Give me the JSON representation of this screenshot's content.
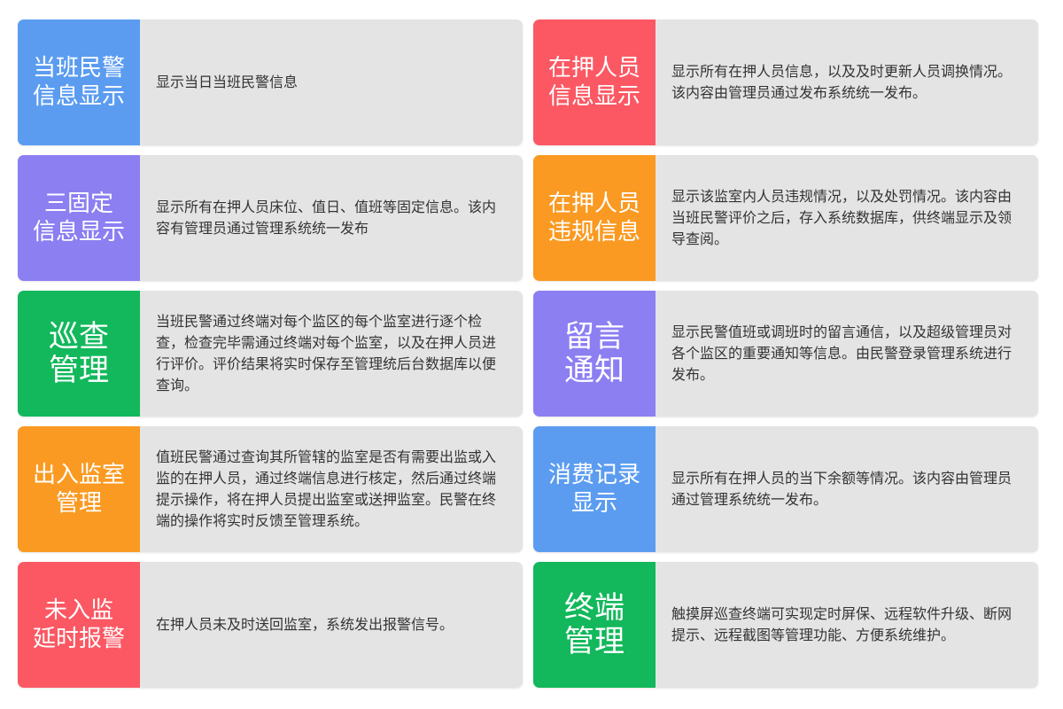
{
  "colors": {
    "blue": "#5b9cf0",
    "purple": "#8c7ff2",
    "green": "#12b85b",
    "orange": "#fa9a22",
    "red": "#fb5863",
    "card_bg": "#e4e4e4"
  },
  "cards": [
    {
      "title": "当班民警\n信息显示",
      "description": "显示当日当班民警信息",
      "color": "#5b9cf0"
    },
    {
      "title": "在押人员\n信息显示",
      "description": "显示所有在押人员信息，以及及时更新人员调换情况。该内容由管理员通过发布系统统一发布。",
      "color": "#fb5863"
    },
    {
      "title": "三固定\n信息显示",
      "description": "显示所有在押人员床位、值日、值班等固定信息。该内容有管理员通过管理系统统一发布",
      "color": "#8c7ff2"
    },
    {
      "title": "在押人员\n违规信息",
      "description": "显示该监室内人员违规情况，以及处罚情况。该内容由当班民警评价之后，存入系统数据库，供终端显示及领导查阅。",
      "color": "#fa9a22"
    },
    {
      "title": "巡查\n管理",
      "description": "当班民警通过终端对每个监区的每个监室进行逐个检查，检查完毕需通过终端对每个监室，以及在押人员进行评价。评价结果将实时保存至管理统后台数据库以便查询。",
      "color": "#12b85b"
    },
    {
      "title": "留言\n通知",
      "description": "显示民警值班或调班时的留言通信，以及超级管理员对各个监区的重要通知等信息。由民警登录管理系统进行发布。",
      "color": "#8c7ff2"
    },
    {
      "title": "出入监室\n管理",
      "description": "值班民警通过查询其所管辖的监室是否有需要出监或入监的在押人员，通过终端信息进行核定，然后通过终端提示操作，将在押人员提出监室或送押监室。民警在终端的操作将实时反馈至管理系统。",
      "color": "#fa9a22"
    },
    {
      "title": "消费记录\n显示",
      "description": "显示所有在押人员的当下余额等情况。该内容由管理员通过管理系统统一发布。",
      "color": "#5b9cf0"
    },
    {
      "title": "未入监\n延时报警",
      "description": "在押人员未及时送回监室，系统发出报警信号。",
      "color": "#fb5863"
    },
    {
      "title": "终端\n管理",
      "description": "触摸屏巡查终端可实现定时屏保、远程软件升级、断网提示、远程截图等管理功能、方便系统维护。",
      "color": "#12b85b"
    }
  ]
}
